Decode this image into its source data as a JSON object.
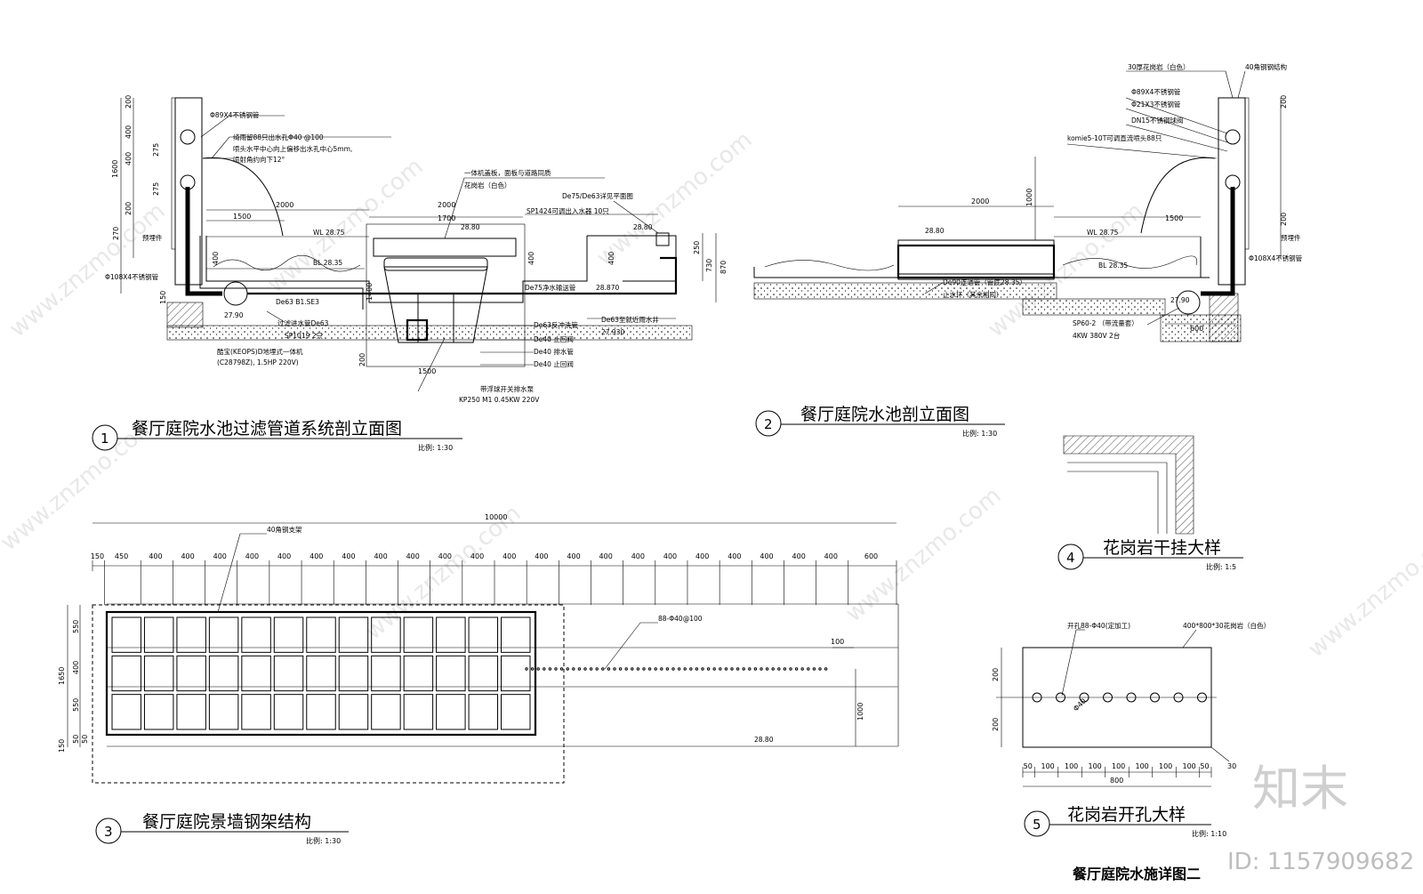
{
  "sheet_title": "餐厅庭院水施详图二",
  "id_label": "ID: 1157909682",
  "logo_text": "知末",
  "watermark_text": "www.znzmo.com",
  "drawings": [
    {
      "num": "1",
      "title": "餐厅庭院水池过滤管道系统剖立面图",
      "scale": "比例: 1:30"
    },
    {
      "num": "2",
      "title": "餐厅庭院水池剖立面图",
      "scale": "比例: 1:30"
    },
    {
      "num": "3",
      "title": "餐厅庭院景墙钢架结构",
      "scale": "比例: 1:30"
    },
    {
      "num": "4",
      "title": "花岗岩干挂大样",
      "scale": "比例: 1:5"
    },
    {
      "num": "5",
      "title": "花岗岩开孔大样",
      "scale": "比例: 1:10"
    }
  ],
  "d1_labels": {
    "pipe1": "Φ89X4不锈钢管",
    "nozzle": "绮雨留88只出水孔Φ40 @100",
    "nozzle2": "喷头水平中心向上偏移出水孔中心5mm,",
    "nozzle3": "喷射角约向下12°",
    "cover": "一体机盖板，面板与道路同质",
    "granite": "花岗岩（白色）",
    "de75": "De75/De63详见平面图",
    "sp1424": "SP1424可调出入水器 10只",
    "pipe2": "Φ108X4不锈钢管",
    "wl": "WL 28.75",
    "bl": "BL 28.35",
    "lv2880": "28.80",
    "lv2790": "27.90",
    "lv2870": "28.870",
    "lv27930": "27.930",
    "de75b": "De75净水输送管",
    "de63a": "De63 B1.SE3",
    "inlet": "过滤进水管De63",
    "sp1019": "SP1019 2只",
    "keops": "酷宝(KEOPS)D地埋式一体机",
    "keops2": "(C28798Z), 1.5HP 220V)",
    "de63b": "De63反冲洗管",
    "de63c": "De63至就近雨水井",
    "de40a": "De40 止回阀",
    "de40b": "De40 排水管",
    "de40c": "De40 止回阀",
    "pump": "带浮球开关排水泵",
    "pump2": "KP250 M1  0.45KW 220V",
    "embed": "预埋件",
    "d2000": "2000",
    "d1500": "1500",
    "d1700": "1700",
    "d1600": "1600",
    "d1400": "1400",
    "d200": "200",
    "d400": "400",
    "d275": "275",
    "d270": "270",
    "d150": "150",
    "d250": "250",
    "d730": "730",
    "d870": "870"
  },
  "d2_labels": {
    "granite30": "30厚花岗岩（白色）",
    "steel40": "40角钢钢结构",
    "pipe89": "Φ89X4不锈钢管",
    "pipe21": "Φ21X3不锈钢管",
    "dn15": "DN15不锈钢球阀",
    "komie": "komie5-10T可调直流喷头88只",
    "pipe108": "Φ108X4不锈钢管",
    "de90": "De90连通管（管底28.35）",
    "stopring": "止水环（其余相同）",
    "sp60": "SP60-2 （带流量套）",
    "sp60b": "4KW 380V  2台",
    "wl": "WL 28.75",
    "bl": "BL 28.35",
    "lv2880": "28.80",
    "lv2790": "27.90",
    "embed": "预埋件",
    "d2000": "2000",
    "d1500": "1500",
    "d1000": "1000",
    "d600": "600",
    "d200": "200"
  },
  "d3_labels": {
    "total": "10000",
    "bracket": "40角钢支架",
    "holes": "88-Φ40@100",
    "d100": "100",
    "d1000": "1000",
    "lv2880": "28.80",
    "first": "150",
    "last": "600",
    "module": "400",
    "mod450": "450",
    "h1650": "1650",
    "h550": "550",
    "h400": "400",
    "h150": "150",
    "h50": "50"
  },
  "d5_labels": {
    "holes": "开孔88-Φ40(定加工)",
    "stone": "400*800*30花岗岩（白色）",
    "phi": "Φ40",
    "h200": "200",
    "w800": "800",
    "w30": "30",
    "w50": "50",
    "w100": "100"
  }
}
